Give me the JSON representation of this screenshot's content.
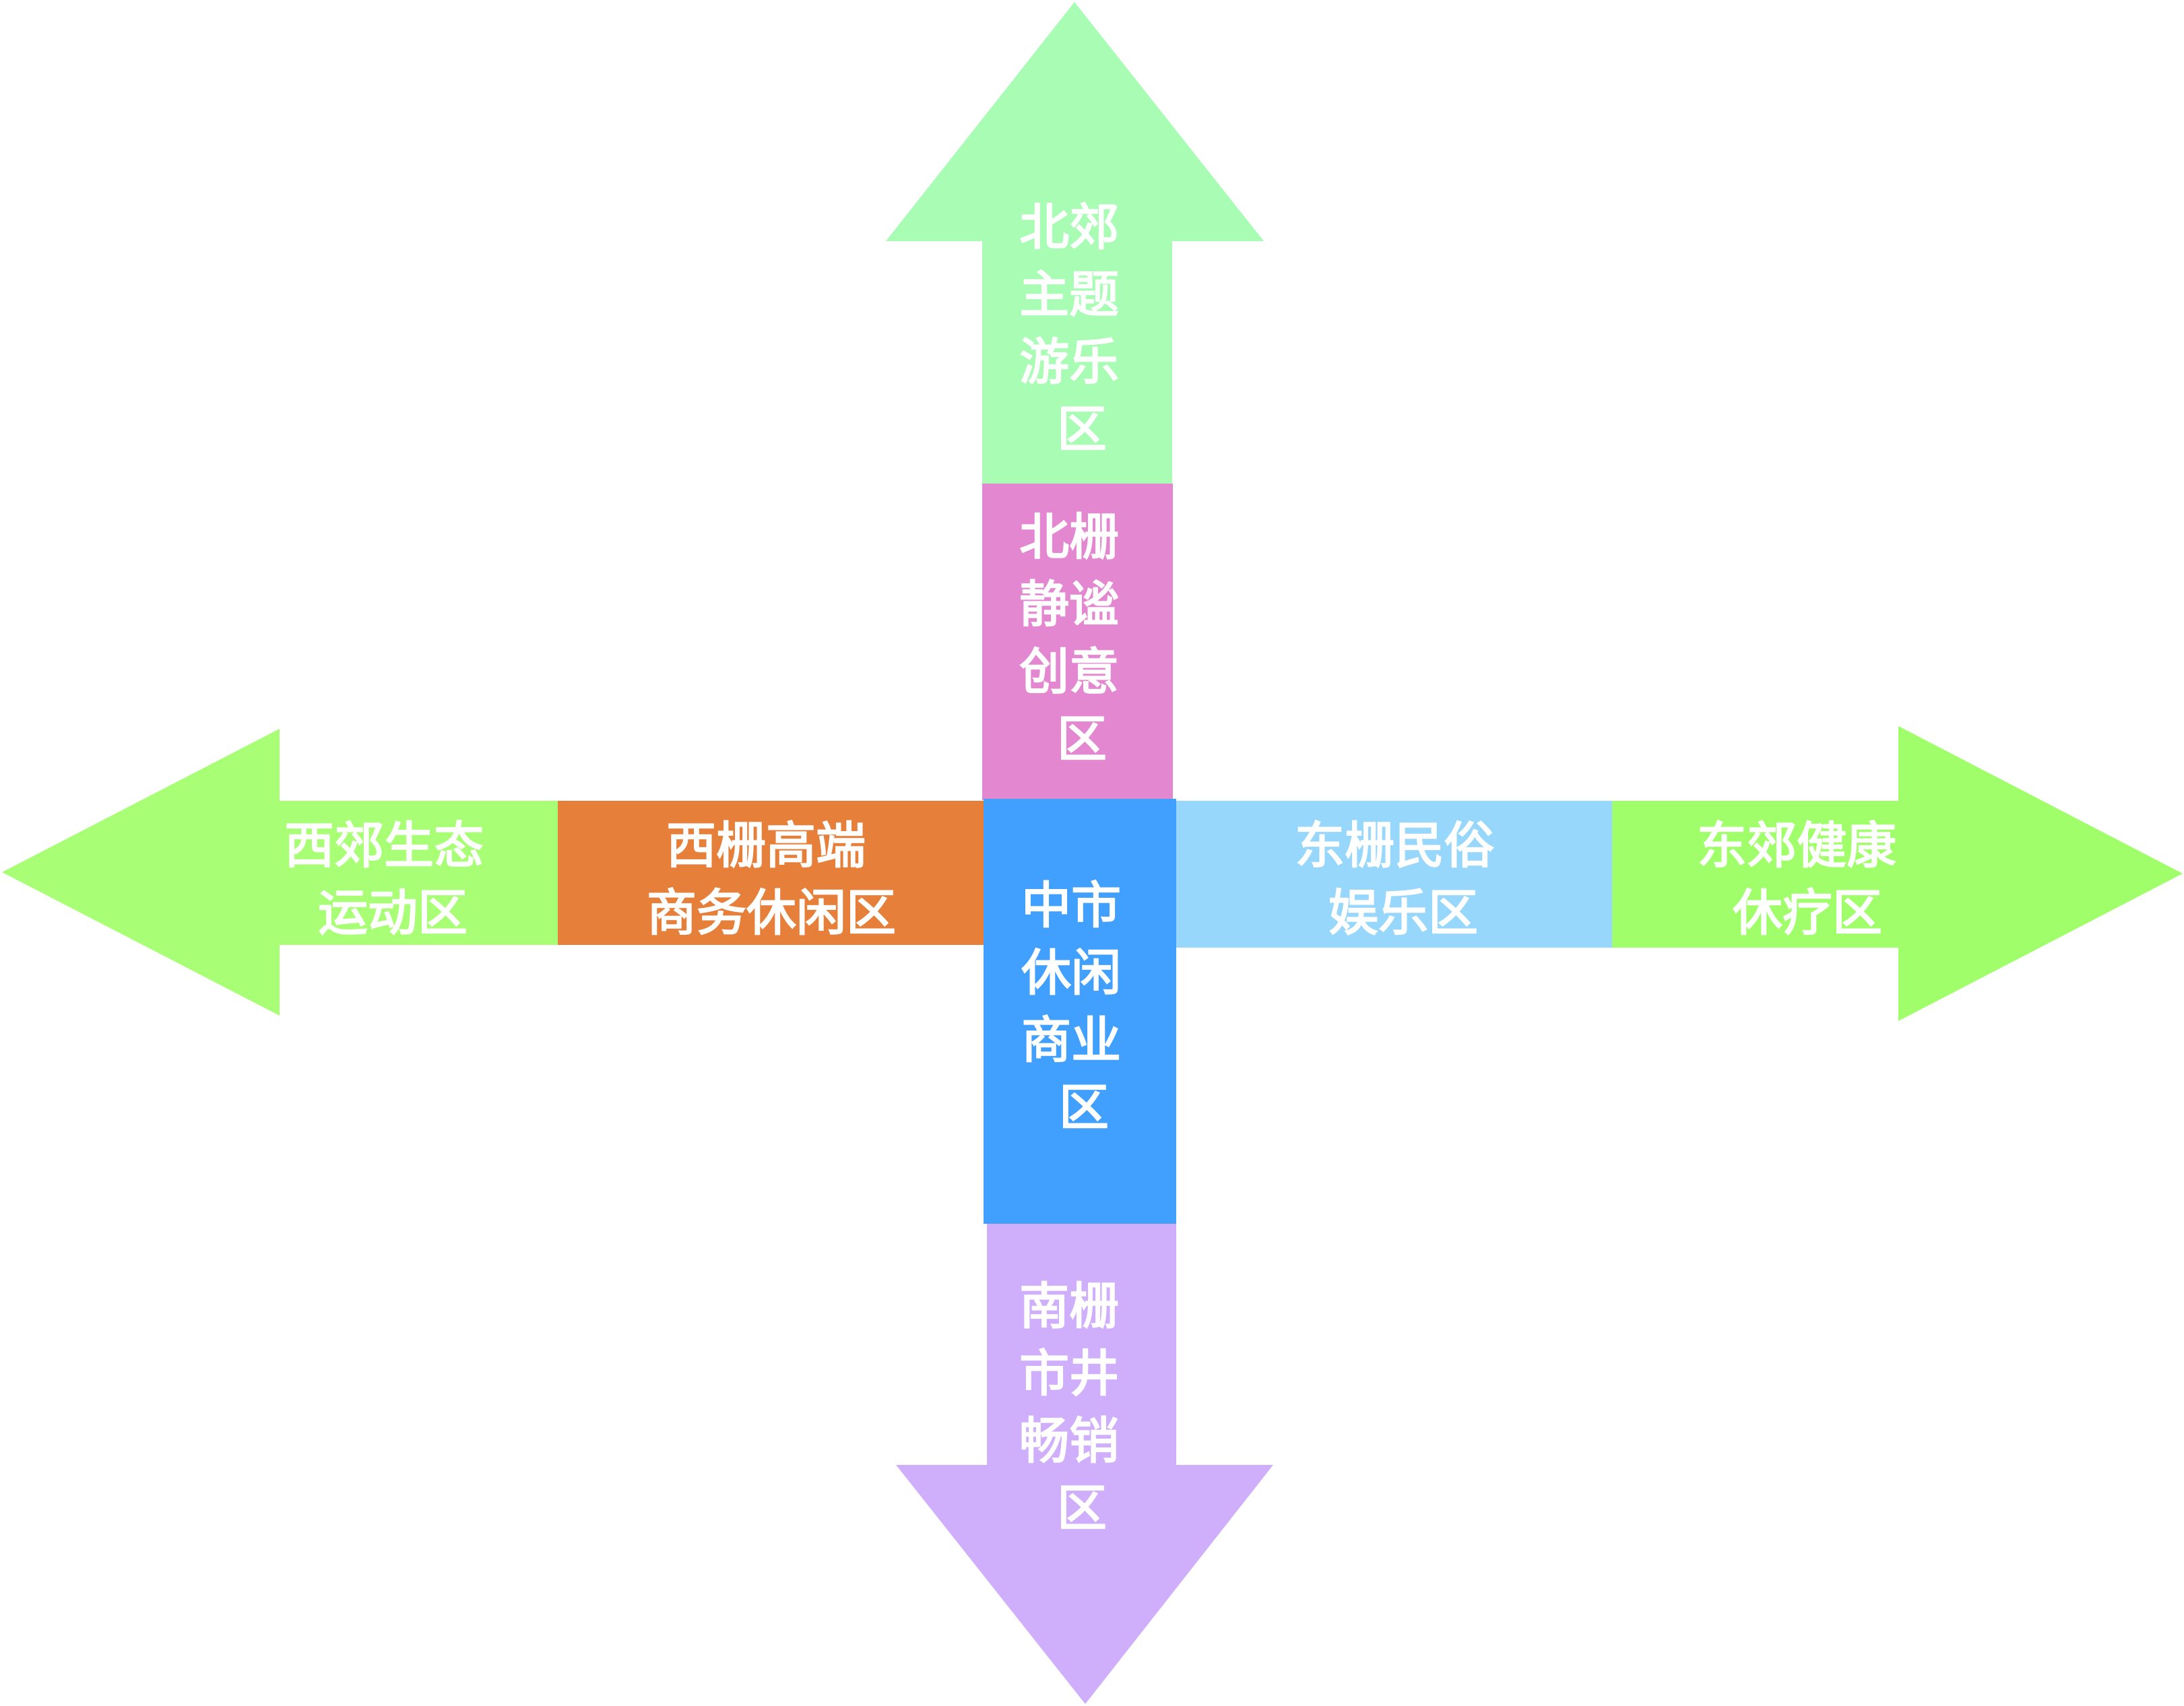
{
  "diagram": {
    "colors": {
      "north_outer": "#a8fcb4",
      "north_inner": "#e487d1",
      "center": "#41a0fe",
      "south": "#cfaefb",
      "west_outer": "#a8fe74",
      "west_inner": "#e67f3a",
      "east_inner": "#97d7fb",
      "east_outer": "#a0fe6b",
      "text": "#ffffff"
    },
    "zones": {
      "north_outer": [
        "北郊",
        "主题",
        "游乐",
        "区"
      ],
      "north_inner": [
        "北栅",
        "静谧",
        "创意",
        "区"
      ],
      "center": [
        "中市",
        "休闲",
        "商业",
        "区"
      ],
      "south": [
        "南栅",
        "市井",
        "畅销",
        "区"
      ],
      "west_outer": [
        "西郊生态",
        "运动区"
      ],
      "west_inner": [
        "西栅高端",
        "商务休闲区"
      ],
      "east_inner": [
        "东栅民俗",
        "娱乐区"
      ],
      "east_outer": [
        "东郊健康",
        "休疗区"
      ]
    }
  }
}
